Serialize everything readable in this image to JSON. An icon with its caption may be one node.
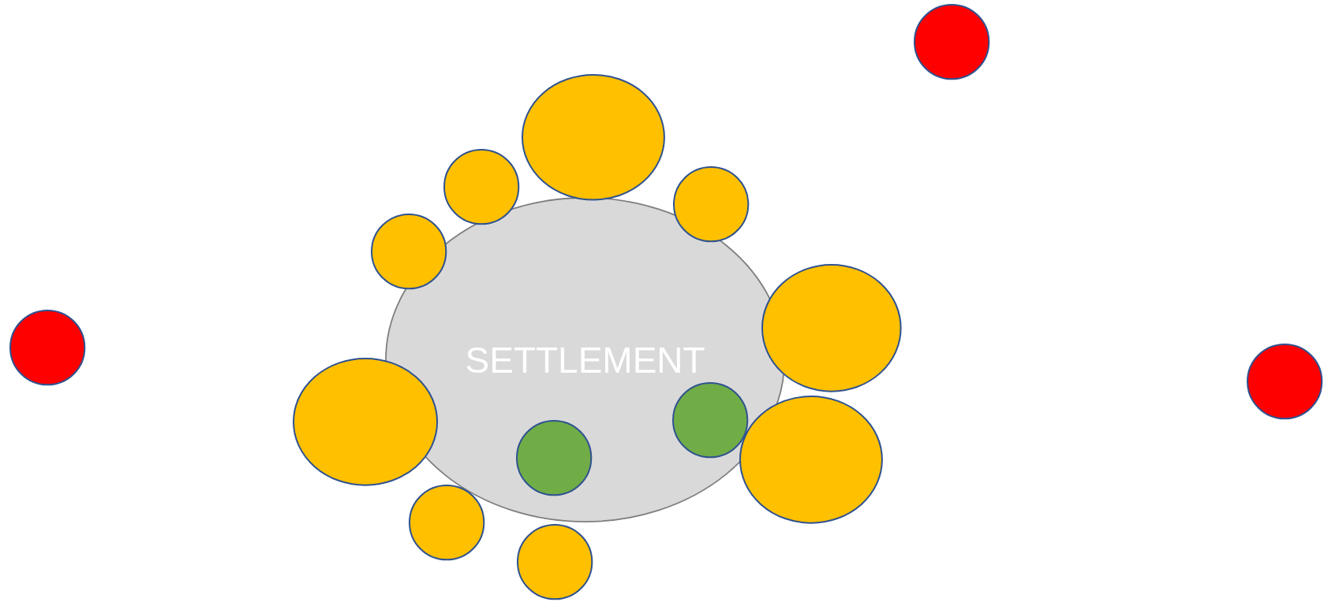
{
  "diagram": {
    "nodes": [
      {
        "text": [
          "SETTLEMENT"
        ]
      },
      {
        "text": [],
        "shape": "circle"
      },
      {
        "text": [],
        "shape": "circle"
      },
      {
        "text": [],
        "shape": "circle"
      },
      {
        "text": [],
        "shape": "circle"
      },
      {
        "text": [],
        "shape": "circle"
      },
      {
        "text": [],
        "shape": "circle"
      },
      {
        "text": [],
        "shape": "circle"
      },
      {
        "text": [],
        "shape": "circle"
      },
      {
        "text": [],
        "shape": "circle"
      },
      {
        "text": [],
        "shape": "circle",
        "in": 0
      },
      {
        "text": [],
        "shape": "circle",
        "in": 0
      },
      {
        "text": [],
        "shape": "circle"
      },
      {
        "text": [],
        "shape": "circle"
      },
      {
        "text": [],
        "shape": "circle"
      }
    ]
  }
}
